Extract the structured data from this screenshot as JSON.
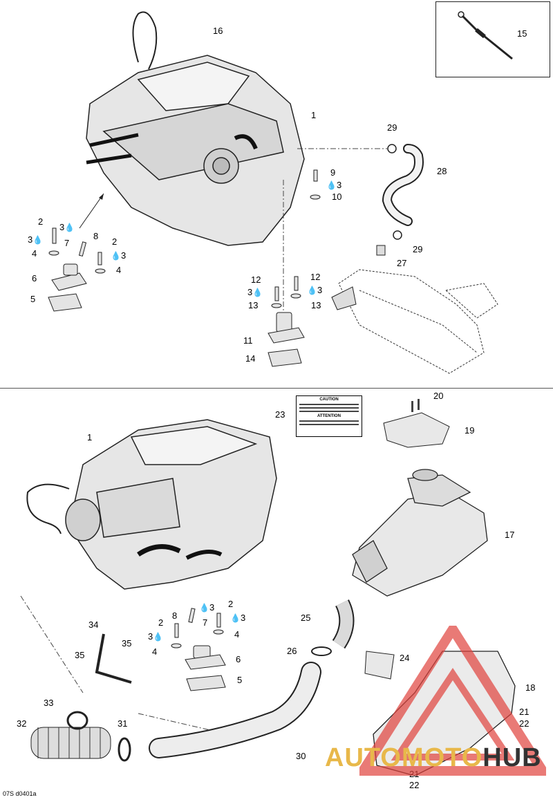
{
  "drawing_code": "07S d0401a",
  "labels": {
    "top": {
      "l16": "16",
      "l1": "1",
      "l15": "15",
      "l29a": "29",
      "l28": "28",
      "l9": "9",
      "l10": "10",
      "l29b": "29",
      "l27": "27",
      "l2a": "2",
      "l3a": "3",
      "l3b": "3",
      "l8": "8",
      "l7": "7",
      "l2b": "2",
      "l3c": "3",
      "l4a": "4",
      "l4b": "4",
      "l6": "6",
      "l5": "5",
      "l12a": "12",
      "l12b": "12",
      "l3d": "3",
      "l3e": "3",
      "l13a": "13",
      "l13b": "13",
      "l11": "11",
      "l14": "14",
      "l3f": "3"
    },
    "bottom": {
      "l1": "1",
      "l20": "20",
      "l23": "23",
      "l19": "19",
      "l17": "17",
      "l2a": "2",
      "l8": "8",
      "l3a": "3",
      "l2b": "2",
      "l7": "7",
      "l3b": "3",
      "l3c": "3",
      "l4a": "4",
      "l4b": "4",
      "l6": "6",
      "l5": "5",
      "l34": "34",
      "l35a": "35",
      "l35b": "35",
      "l25": "25",
      "l26": "26",
      "l24": "24",
      "l18": "18",
      "l21a": "21",
      "l22a": "22",
      "l33": "33",
      "l32": "32",
      "l31": "31",
      "l30": "30",
      "l21b": "21",
      "l22b": "22"
    }
  },
  "decal": {
    "heading1": "CAUTION",
    "heading2": "ATTENTION"
  },
  "watermark": {
    "part1": "AUTOMOTO",
    "part2": "HUB",
    "color1": "#e8b84a",
    "color2": "#333333",
    "triangle_color": "#e0423c"
  },
  "symbols": {
    "oil_drop": "💧"
  }
}
